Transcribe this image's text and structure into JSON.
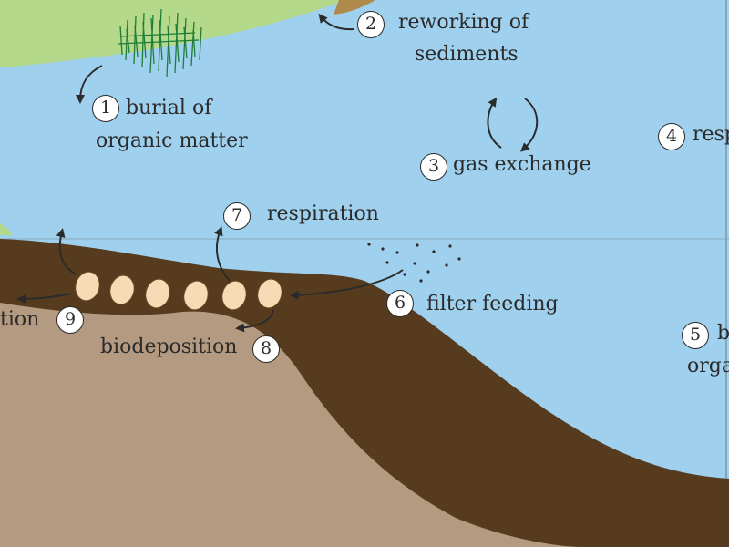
{
  "colors": {
    "water": "#9fd1ee",
    "shore": "#b5d98a",
    "sediment_dark": "#573b1f",
    "sediment_light": "#b49a80",
    "mussel": "#f5dcb4",
    "arrow": "#2b2b2b",
    "seagrass": "#1e7d3a"
  },
  "processes": [
    {
      "num": "1",
      "line1": "burial of",
      "line2": "organic matter"
    },
    {
      "num": "2",
      "line1": "reworking of",
      "line2": "sediments"
    },
    {
      "num": "3",
      "line1": "gas exchange"
    },
    {
      "num": "4",
      "line1": "resp"
    },
    {
      "num": "5",
      "line1": "b",
      "line2": "orga"
    },
    {
      "num": "6",
      "line1": "filter feeding"
    },
    {
      "num": "7",
      "line1": "respiration"
    },
    {
      "num": "8",
      "line1": "biodeposition"
    },
    {
      "num": "9",
      "line1": "tion"
    }
  ]
}
